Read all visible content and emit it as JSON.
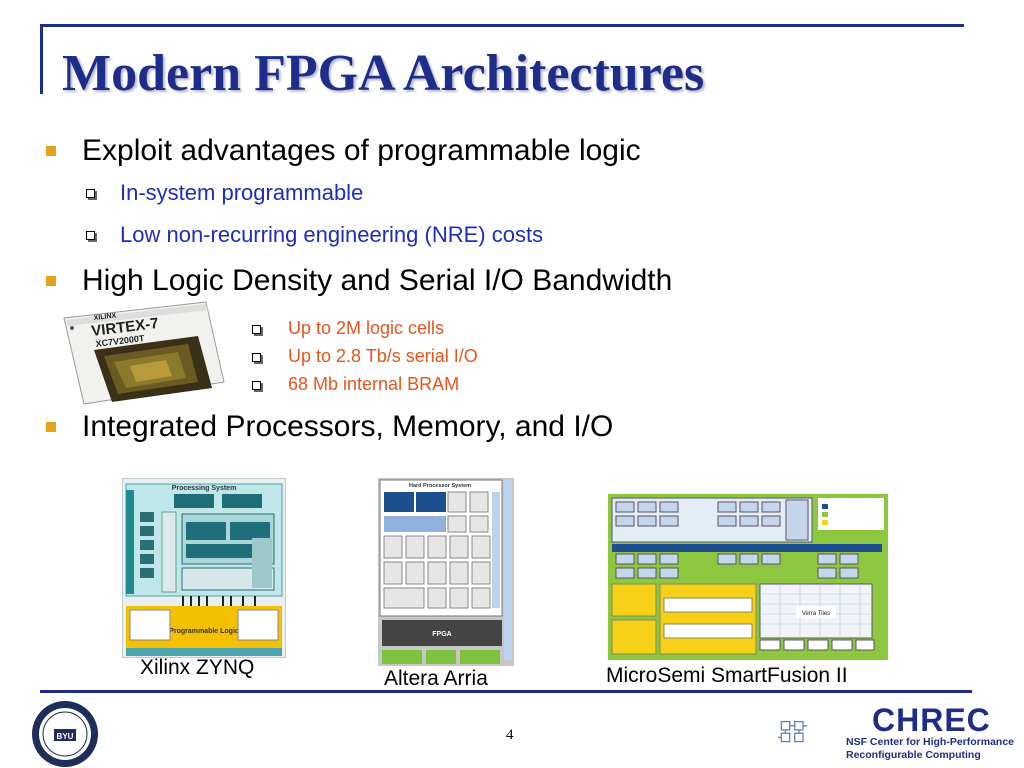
{
  "slide": {
    "title": "Modern FPGA Architectures",
    "page_number": "4"
  },
  "bullets": [
    {
      "text": "Exploit advantages of programmable logic",
      "sub": [
        "In-system programmable",
        "Low non-recurring engineering (NRE) costs"
      ]
    },
    {
      "text": "High Logic Density and Serial I/O Bandwidth",
      "chip_label": [
        "XILINX",
        "VIRTEX-7",
        "XC7V2000T"
      ],
      "sub": [
        "Up to 2M logic cells",
        "Up to 2.8 Tb/s serial I/O",
        "68 Mb internal BRAM"
      ]
    },
    {
      "text": "Integrated Processors, Memory, and I/O"
    }
  ],
  "figures": [
    {
      "caption": "Xilinx ZYNQ",
      "diagram_title": "Processing System",
      "lower_label": "Programmable Logic"
    },
    {
      "caption": "Altera Arria",
      "diagram_title": "Hard Processor System",
      "lower_label": "FPGA"
    },
    {
      "caption": "MicroSemi SmartFusion II",
      "lower_label": "Verra Tiles"
    }
  ],
  "footer": {
    "seal_text": "BYU",
    "chrec_name": "CHREC",
    "chrec_sub1": "NSF Center for High-Performance",
    "chrec_sub2": "Reconfigurable Computing"
  },
  "colors": {
    "title_blue": "#1f2d8a",
    "sub_blue": "#1f2dbf",
    "orange": "#e8541a",
    "bullet_gold": "#e4a11b"
  }
}
